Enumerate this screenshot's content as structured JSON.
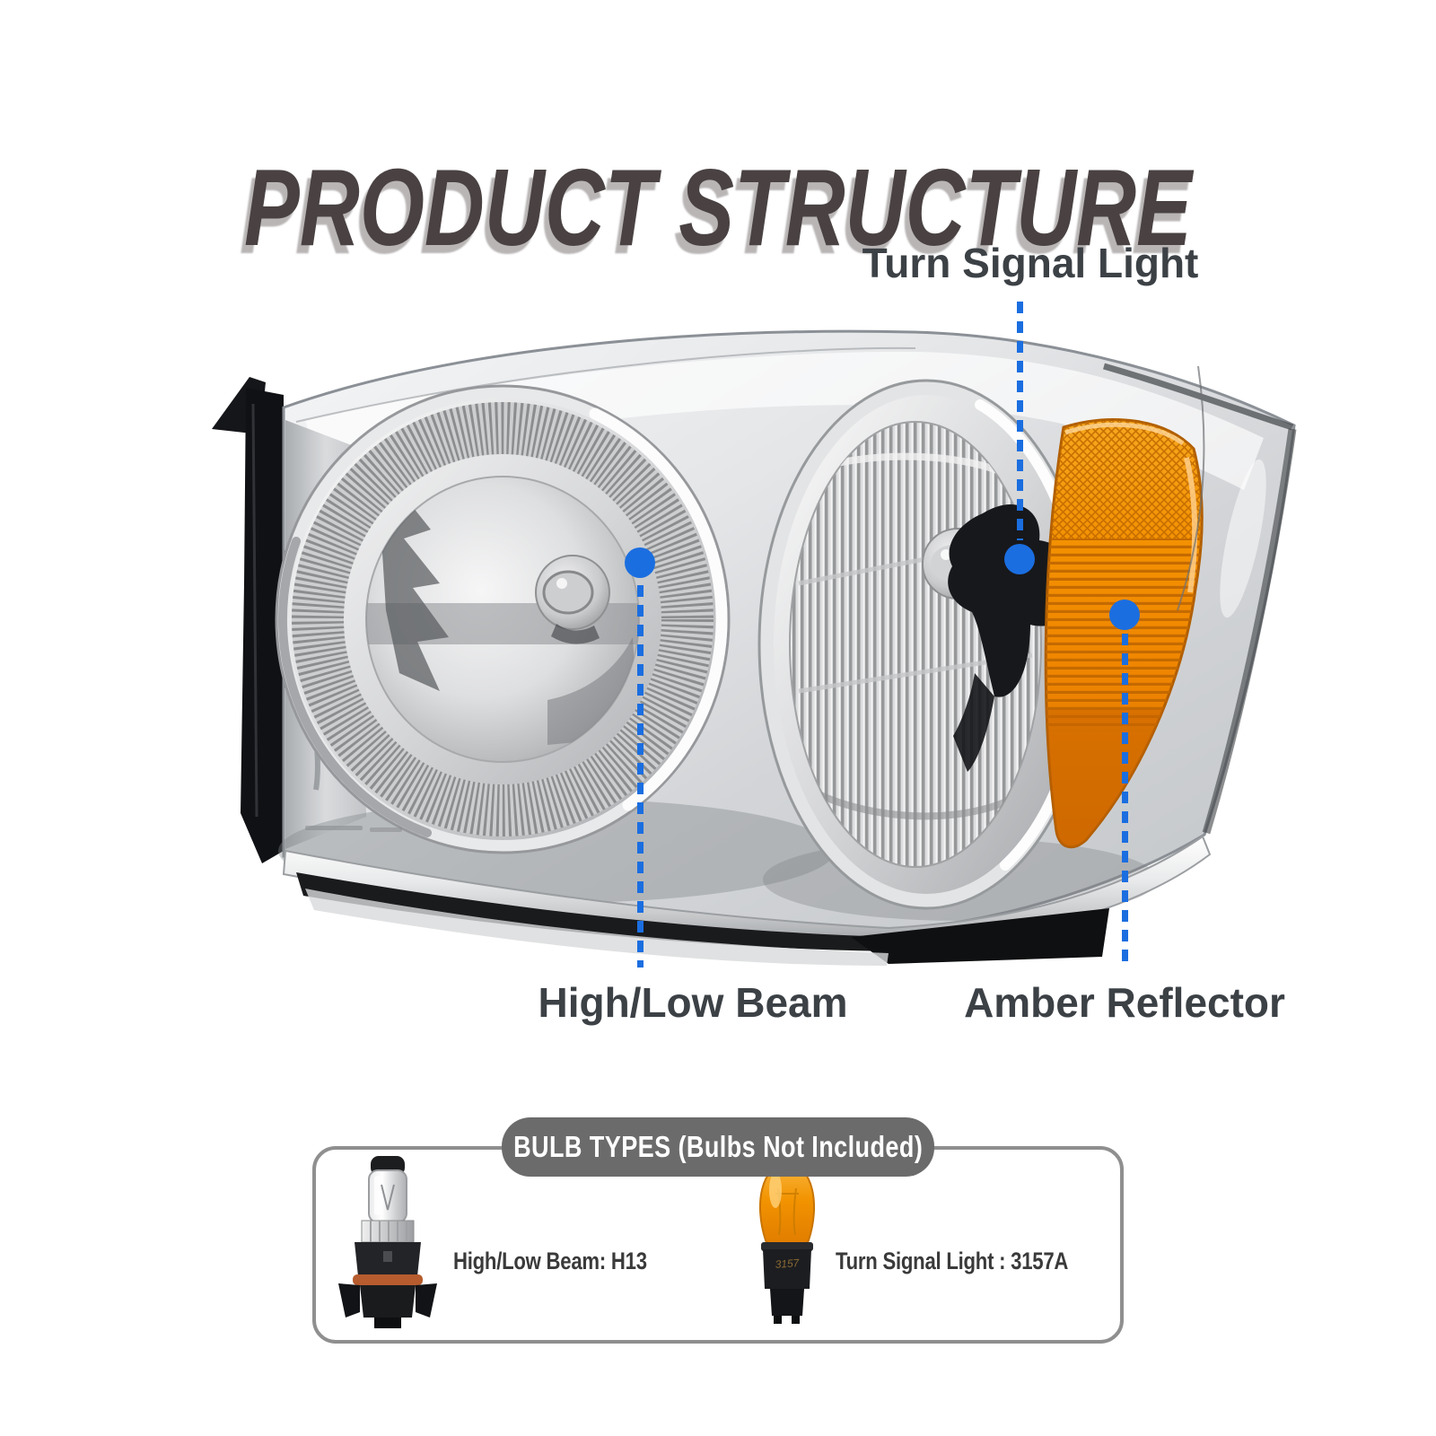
{
  "title": "PRODUCT STRUCTURE",
  "callouts": [
    {
      "id": "turn-signal-light",
      "label": "Turn Signal Light"
    },
    {
      "id": "high-low-beam",
      "label": "High/Low Beam"
    },
    {
      "id": "amber-reflector",
      "label": "Amber Reflector"
    }
  ],
  "bulb_panel": {
    "badge_label": "BULB TYPES (Bulbs Not Included)",
    "items": [
      {
        "label": "High/Low Beam: H13",
        "bulb_name": "h13-halogen-bulb"
      },
      {
        "label": "Turn Signal Light : 3157A",
        "bulb_name": "3157a-amber-bulb",
        "bulb_base_marking": "3157"
      }
    ]
  },
  "colors": {
    "accent-blue": "#1b6ee0",
    "title-color": "#4a4242",
    "label-color": "#3c4146",
    "badge-bg": "#6b6b6b",
    "badge-text": "#ffffff",
    "panel-border": "#8f8f8f",
    "amber": "#f08c00",
    "chrome-light": "#f2f3f4",
    "chrome-dark": "#9fa1a3"
  }
}
